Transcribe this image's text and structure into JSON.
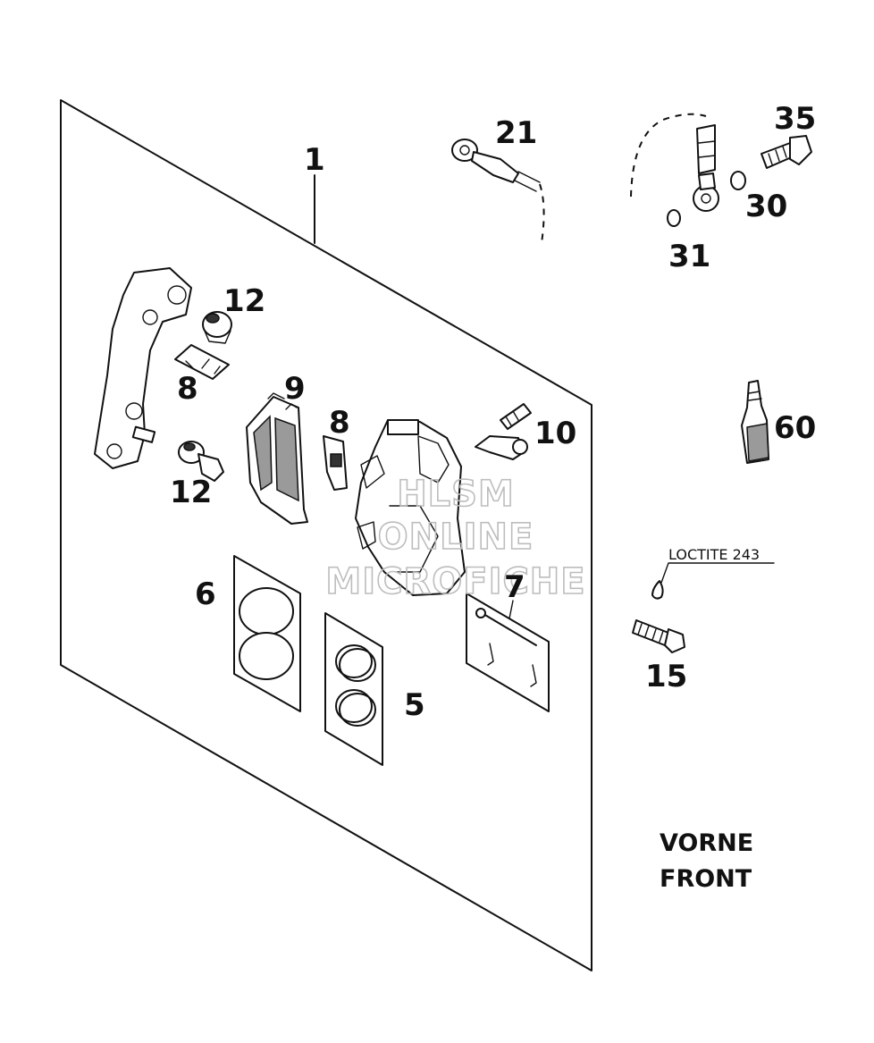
{
  "callouts": {
    "c1": "1",
    "c21": "21",
    "c35": "35",
    "c30": "30",
    "c31": "31",
    "c12a": "12",
    "c8a": "8",
    "c9": "9",
    "c8b": "8",
    "c10": "10",
    "c12b": "12",
    "c60": "60",
    "c6": "6",
    "c7": "7",
    "c5": "5",
    "c15": "15"
  },
  "loctite_label": "LOCTITE 243",
  "region": {
    "line1": "VORNE",
    "line2": "FRONT"
  },
  "watermark": {
    "line1": "HLSM",
    "line2": "ONLINE",
    "line3": "MICROFICHE"
  }
}
